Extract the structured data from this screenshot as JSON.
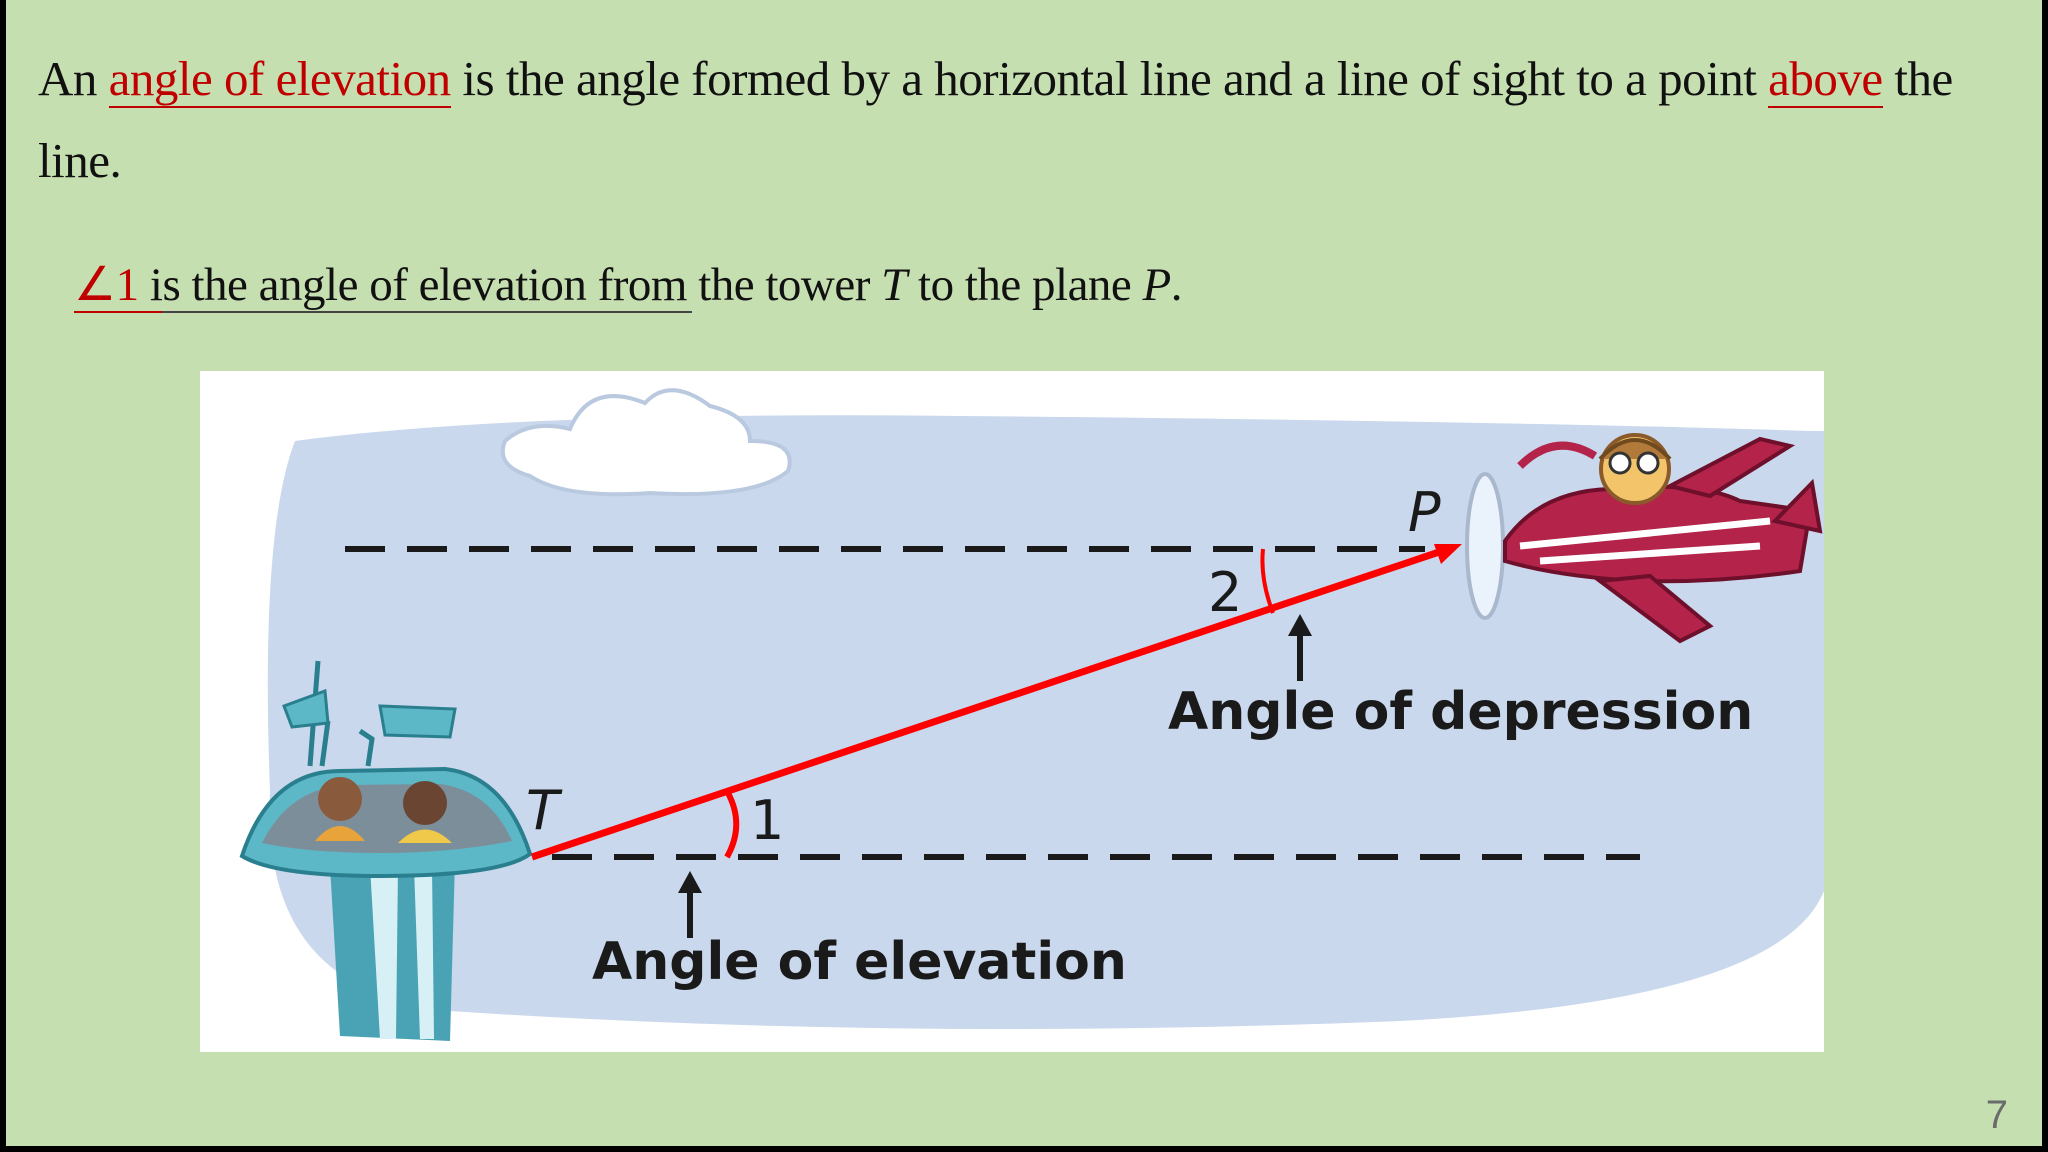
{
  "definition": {
    "prefix": "An ",
    "term": "angle of elevation",
    "middle": " is the angle formed by a horizontal line and a line of sight to a point ",
    "keyword": "above",
    "suffix": " the line."
  },
  "example": {
    "angle_symbol": "∠",
    "angle_number": "1",
    "text_a": " is the angle of elevation from the tower ",
    "tower": "T",
    "text_b": " to the plane ",
    "plane": "P",
    "end": "."
  },
  "diagram": {
    "point_tower": "T",
    "point_plane": "P",
    "angle_1": "1",
    "angle_2": "2",
    "label_elevation": "Angle of elevation",
    "label_depression": "Angle of depression"
  },
  "colors": {
    "slide_background": "#c6dfb1",
    "highlight": "#c00000",
    "sight_line": "#ff0000",
    "sky": "#c9d8ec"
  },
  "slide_number": "7"
}
